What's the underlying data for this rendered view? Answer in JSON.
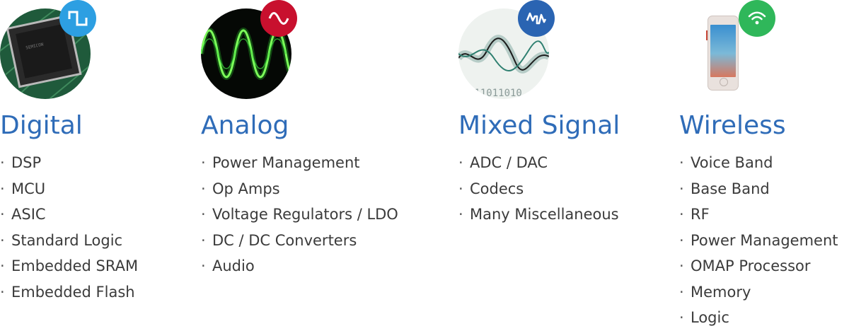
{
  "colors": {
    "title": "#2f6cb8",
    "text": "#3b3b3b",
    "digital_badge": "#2d9fe2",
    "analog_badge": "#c8102e",
    "mixed_badge": "#2a64b2",
    "wireless_badge": "#2fb75a"
  },
  "categories": [
    {
      "title": "Digital",
      "icon": "square-wave-icon",
      "items": [
        "DSP",
        "MCU",
        "ASIC",
        "Standard Logic",
        "Embedded SRAM",
        "Embedded Flash"
      ]
    },
    {
      "title": "Analog",
      "icon": "sine-wave-icon",
      "items": [
        "Power Management",
        "Op Amps",
        "Voltage Regulators / LDO",
        "DC / DC Converters",
        "Audio"
      ]
    },
    {
      "title": "Mixed Signal",
      "icon": "mixed-wave-icon",
      "items": [
        "ADC / DAC",
        "Codecs",
        "Many Miscellaneous"
      ]
    },
    {
      "title": "Wireless",
      "icon": "wifi-icon",
      "items": [
        "Voice Band",
        "Base Band",
        "RF",
        "Power Management",
        "OMAP Processor",
        "Memory",
        "Logic"
      ]
    }
  ]
}
